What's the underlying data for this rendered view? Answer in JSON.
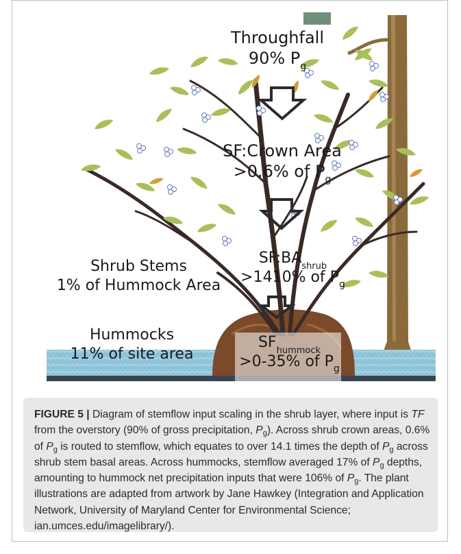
{
  "figure": {
    "throughfall": {
      "title": "Throughfall",
      "value": "90% P",
      "sub": "g"
    },
    "crown": {
      "title": "SF:Crown Area",
      "value": ">0.6% of P",
      "sub": "g"
    },
    "shrub_ba": {
      "title": "SF:BA",
      "title_sub": "shrub",
      "value": ">1410% of P",
      "sub": "g"
    },
    "shrub_stems": {
      "line1": "Shrub Stems",
      "line2": "1% of Hummock Area"
    },
    "hummocks": {
      "line1": "Hummocks",
      "line2": "11% of site area"
    },
    "hummock_sf": {
      "title": "SF",
      "title_sub": "hummock",
      "value": ">0-35% of P",
      "sub": "g"
    },
    "colors": {
      "water": "#8fc3d9",
      "soil": "#7a4a2a",
      "leaf": "#a9bf5a",
      "trunk": "#8a6a3a",
      "arrow": "#2b2b2b"
    }
  },
  "caption": {
    "label": "FIGURE 5 |",
    "s1": " Diagram of stemflow input scaling in the shrub layer, where input is ",
    "tf": "TF",
    "s2": " from the overstory (90% of gross precipitation, ",
    "p": "P",
    "g": "g",
    "s3": "). Across shrub crown areas, 0.6% of ",
    "s4": " is routed to stemflow, which equates to over 14.1 times the depth of ",
    "s5": " across shrub stem basal areas. Across hummocks, stemflow averaged 17% of ",
    "s6": " depths, amounting to hummock net precipitation inputs that were 106% of ",
    "s7": ". The plant illustrations are adapted from artwork by Jane Hawkey (Integration and Application Network, University of Maryland Center for Environmental Science; ian.umces.edu/imagelibrary/)."
  }
}
